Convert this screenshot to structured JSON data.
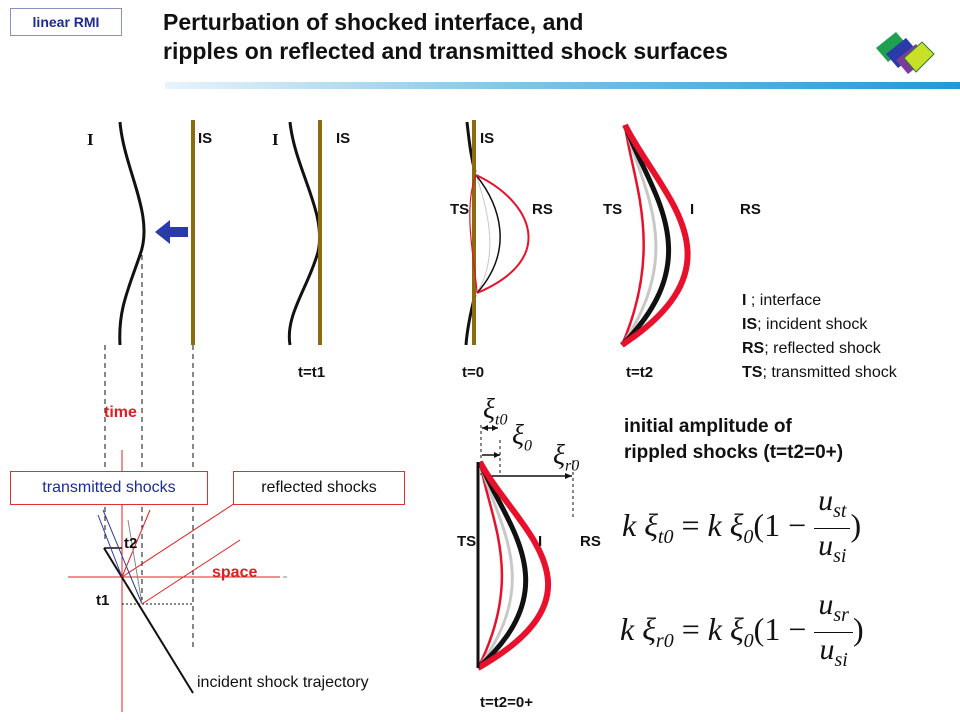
{
  "header": {
    "tag": "linear RMI",
    "title_line1": "Perturbation of shocked interface, and",
    "title_line2": "ripples on reflected and transmitted shock surfaces"
  },
  "panels": {
    "p1": {
      "interface": "I",
      "shock": "IS"
    },
    "p2": {
      "interface": "I",
      "shock": "IS",
      "time": "t=t1"
    },
    "p3": {
      "shock": "IS",
      "ts": "TS",
      "rs": "RS",
      "time": "t=0"
    },
    "p4": {
      "ts": "TS",
      "interface": "I",
      "rs": "RS",
      "time": "t=t2"
    },
    "p5": {
      "ts": "TS",
      "interface": "I",
      "rs": "RS",
      "time": "t=t2=0+"
    }
  },
  "legend": [
    {
      "key": "I",
      "text": " ; interface"
    },
    {
      "key": "IS",
      "text": "; incident shock"
    },
    {
      "key": "RS",
      "text": "; reflected shock"
    },
    {
      "key": "TS",
      "text": "; transmitted shock"
    }
  ],
  "xt": {
    "time": "time",
    "space": "space",
    "transmitted": "transmitted shocks",
    "reflected": "reflected shocks",
    "t1": "t1",
    "t2": "t2",
    "trajectory": "incident shock trajectory"
  },
  "amplitude": {
    "line1": "initial amplitude of",
    "line2": "rippled shocks (t=t2=0+)"
  },
  "colors": {
    "red": "#e8102a",
    "gold": "#8b6a10",
    "blue": "#2a3aa8",
    "gray": "#c8c8c8"
  }
}
